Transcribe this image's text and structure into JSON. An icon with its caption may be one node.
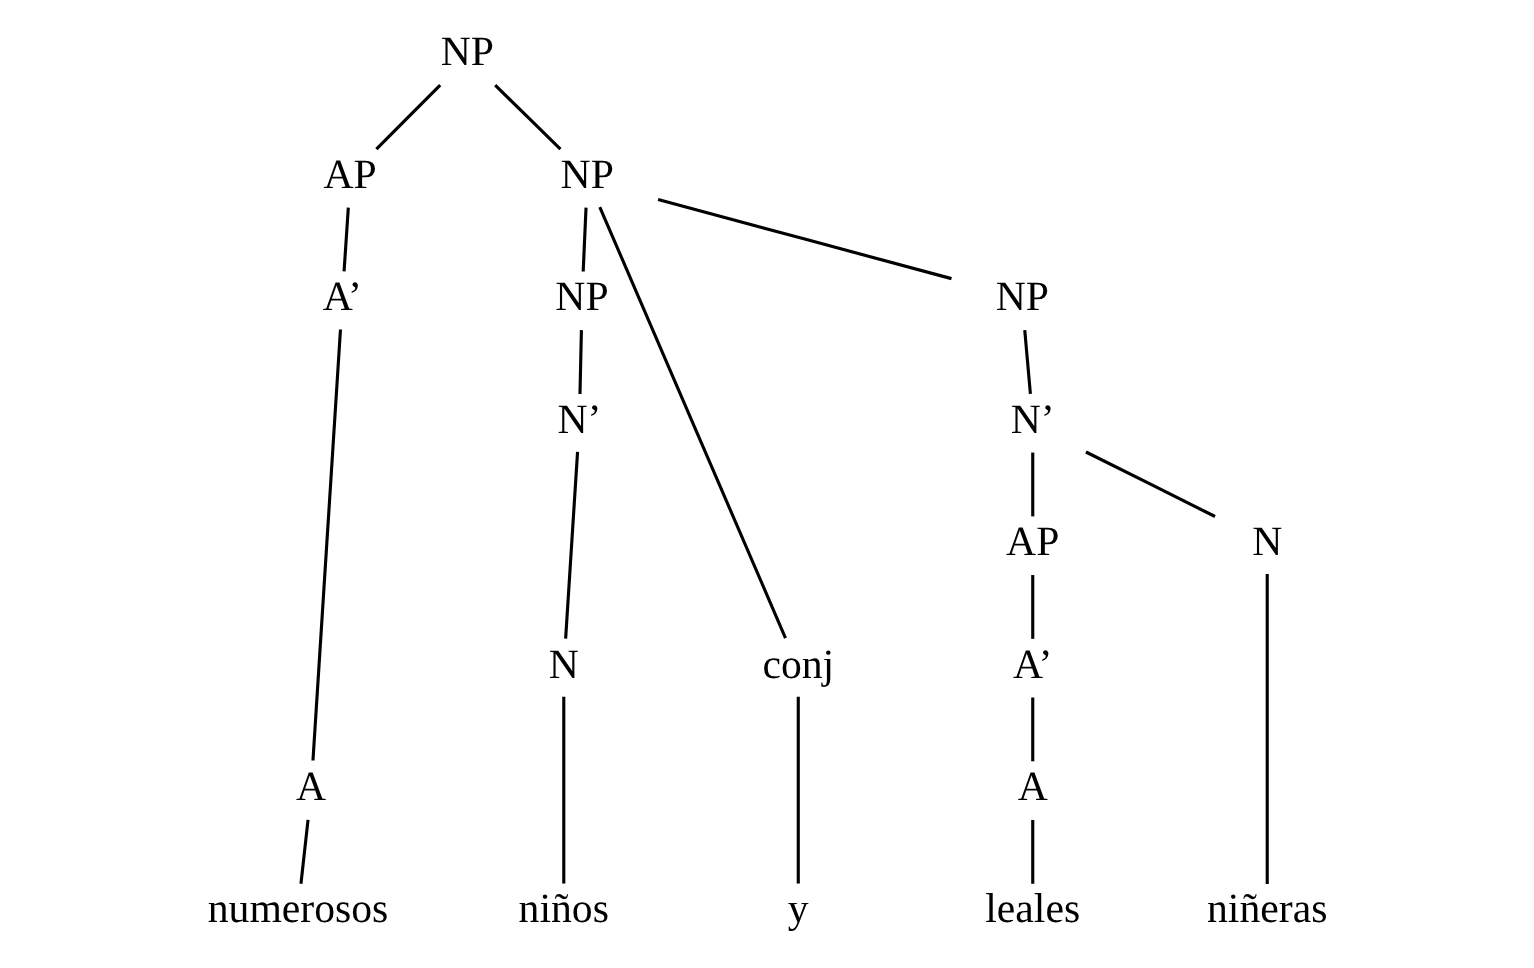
{
  "diagram": {
    "nodes": [
      {
        "text": [
          "NP"
        ]
      },
      {
        "text": [
          "AP"
        ]
      },
      {
        "text": [
          "NP"
        ]
      },
      {
        "text": [
          "NP"
        ]
      },
      {
        "text": [
          "conj"
        ]
      },
      {
        "text": [
          "NP"
        ]
      },
      {
        "text": [
          "N’"
        ]
      },
      {
        "text": [
          "N’"
        ]
      },
      {
        "text": [
          "AP"
        ]
      },
      {
        "text": [
          "A’"
        ]
      },
      {
        "text": [
          "A’"
        ]
      },
      {
        "text": [
          "A"
        ]
      },
      {
        "text": [
          "N"
        ]
      },
      {
        "text": [
          "N"
        ]
      },
      {
        "text": [
          "A"
        ]
      },
      {
        "text": [
          "numerosos"
        ]
      },
      {
        "text": [
          "niños"
        ]
      },
      {
        "text": [
          "y"
        ]
      },
      {
        "text": [
          "niñeras"
        ]
      },
      {
        "text": [
          "leales"
        ]
      }
    ],
    "edges": [
      {
        "from": 0,
        "to": 1,
        "arrow": "none"
      },
      {
        "from": 0,
        "to": 2,
        "arrow": "none"
      },
      {
        "from": 2,
        "to": 3,
        "arrow": "none"
      },
      {
        "from": 2,
        "to": 4,
        "arrow": "none"
      },
      {
        "from": 2,
        "to": 5,
        "arrow": "none"
      },
      {
        "from": 3,
        "to": 6,
        "arrow": "none"
      },
      {
        "from": 5,
        "to": 7,
        "arrow": "none"
      },
      {
        "from": 1,
        "to": 9,
        "arrow": "none"
      },
      {
        "from": 6,
        "to": 12,
        "arrow": "none"
      },
      {
        "from": 4,
        "to": 17,
        "arrow": "none"
      },
      {
        "from": 7,
        "to": 13,
        "arrow": "none"
      },
      {
        "from": 7,
        "to": 8,
        "arrow": "none"
      },
      {
        "from": 8,
        "to": 10,
        "arrow": "none"
      },
      {
        "from": 9,
        "to": 11,
        "arrow": "none"
      },
      {
        "from": 10,
        "to": 14,
        "arrow": "none"
      },
      {
        "from": 11,
        "to": 15,
        "arrow": "none"
      },
      {
        "from": 12,
        "to": 16,
        "arrow": "none"
      },
      {
        "from": 13,
        "to": 18,
        "arrow": "none"
      },
      {
        "from": 14,
        "to": 19,
        "arrow": "none"
      }
    ]
  }
}
